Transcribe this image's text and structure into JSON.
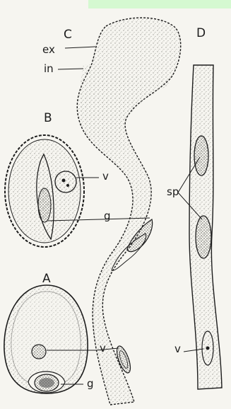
{
  "colors": {
    "background": "#f6f5f0",
    "ink": "#1c1c1c",
    "stipple": "#bdbdb7",
    "highlight_bar": "#d5f9d1"
  },
  "panels": {
    "A": {
      "letter": "A",
      "labels": {
        "v": "v",
        "g": "g"
      }
    },
    "B": {
      "letter": "B",
      "labels": {
        "v": "v",
        "g": "g"
      }
    },
    "C": {
      "letter": "C",
      "labels": {
        "ex": "ex",
        "in": "in"
      }
    },
    "D": {
      "letter": "D",
      "labels": {
        "sp": "sp",
        "v": "v"
      }
    }
  }
}
